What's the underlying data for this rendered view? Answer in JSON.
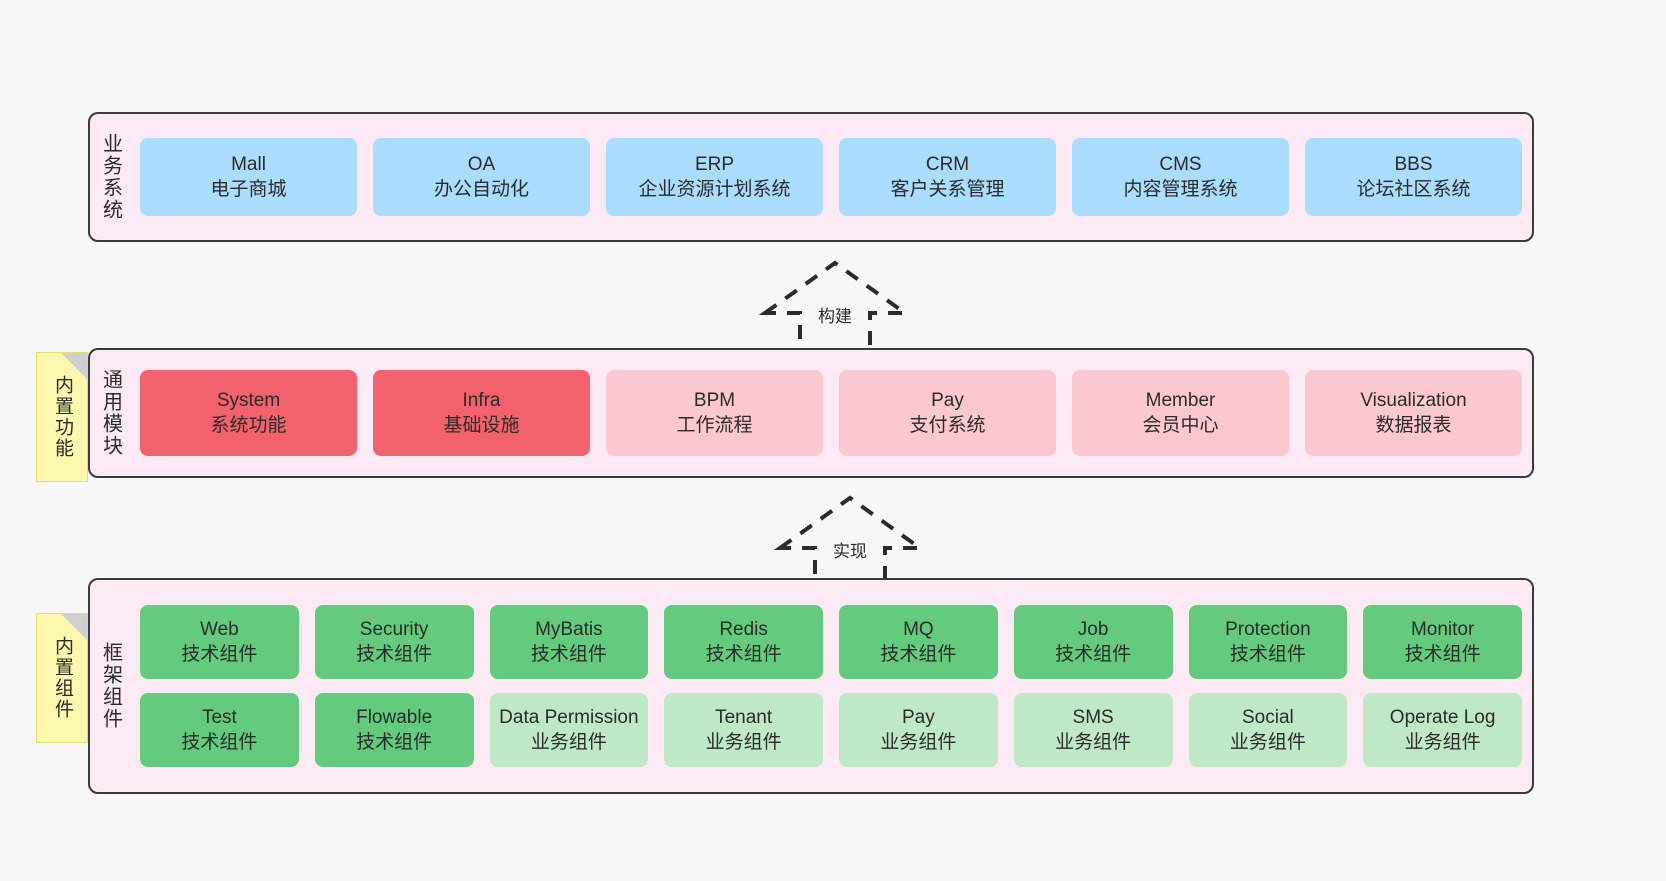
{
  "diagram": {
    "background_color": "#f7f7f7",
    "container_color": "#fbeaf4",
    "container_border_color": "#3b3b3b"
  },
  "layers": [
    {
      "key": "business",
      "label": "业务系统",
      "rows": [
        [
          {
            "en": "Mall",
            "cn": "电子商城",
            "style": "blue"
          },
          {
            "en": "OA",
            "cn": "办公自动化",
            "style": "blue"
          },
          {
            "en": "ERP",
            "cn": "企业资源计划系统",
            "style": "blue"
          },
          {
            "en": "CRM",
            "cn": "客户关系管理",
            "style": "blue"
          },
          {
            "en": "CMS",
            "cn": "内容管理系统",
            "style": "blue"
          },
          {
            "en": "BBS",
            "cn": "论坛社区系统",
            "style": "blue"
          }
        ]
      ]
    },
    {
      "key": "common",
      "label": "通用模块",
      "note": "内置功能",
      "rows": [
        [
          {
            "en": "System",
            "cn": "系统功能",
            "style": "red"
          },
          {
            "en": "Infra",
            "cn": "基础设施",
            "style": "red"
          },
          {
            "en": "BPM",
            "cn": "工作流程",
            "style": "pink"
          },
          {
            "en": "Pay",
            "cn": "支付系统",
            "style": "pink"
          },
          {
            "en": "Member",
            "cn": "会员中心",
            "style": "pink"
          },
          {
            "en": "Visualization",
            "cn": "数据报表",
            "style": "pink"
          }
        ]
      ]
    },
    {
      "key": "framework",
      "label": "框架组件",
      "note": "内置组件",
      "rows": [
        [
          {
            "en": "Web",
            "cn": "技术组件",
            "style": "green"
          },
          {
            "en": "Security",
            "cn": "技术组件",
            "style": "green"
          },
          {
            "en": "MyBatis",
            "cn": "技术组件",
            "style": "green"
          },
          {
            "en": "Redis",
            "cn": "技术组件",
            "style": "green"
          },
          {
            "en": "MQ",
            "cn": "技术组件",
            "style": "green"
          },
          {
            "en": "Job",
            "cn": "技术组件",
            "style": "green"
          },
          {
            "en": "Protection",
            "cn": "技术组件",
            "style": "green"
          },
          {
            "en": "Monitor",
            "cn": "技术组件",
            "style": "green"
          }
        ],
        [
          {
            "en": "Test",
            "cn": "技术组件",
            "style": "green"
          },
          {
            "en": "Flowable",
            "cn": "技术组件",
            "style": "green"
          },
          {
            "en": "Data Permission",
            "cn": "业务组件",
            "style": "greenlight"
          },
          {
            "en": "Tenant",
            "cn": "业务组件",
            "style": "greenlight"
          },
          {
            "en": "Pay",
            "cn": "业务组件",
            "style": "greenlight"
          },
          {
            "en": "SMS",
            "cn": "业务组件",
            "style": "greenlight"
          },
          {
            "en": "Social",
            "cn": "业务组件",
            "style": "greenlight"
          },
          {
            "en": "Operate Log",
            "cn": "业务组件",
            "style": "greenlight"
          }
        ]
      ]
    }
  ],
  "connectors": [
    {
      "key": "build",
      "label": "构建",
      "direction": "up"
    },
    {
      "key": "implement",
      "label": "实现",
      "direction": "up"
    }
  ],
  "colors": {
    "blue": "#aadcfb",
    "red": "#f2626c",
    "pink": "#fcc8cf",
    "green": "#64cb7e",
    "green_light": "#bfe8c6",
    "note_yellow": "#fbf8ae"
  }
}
